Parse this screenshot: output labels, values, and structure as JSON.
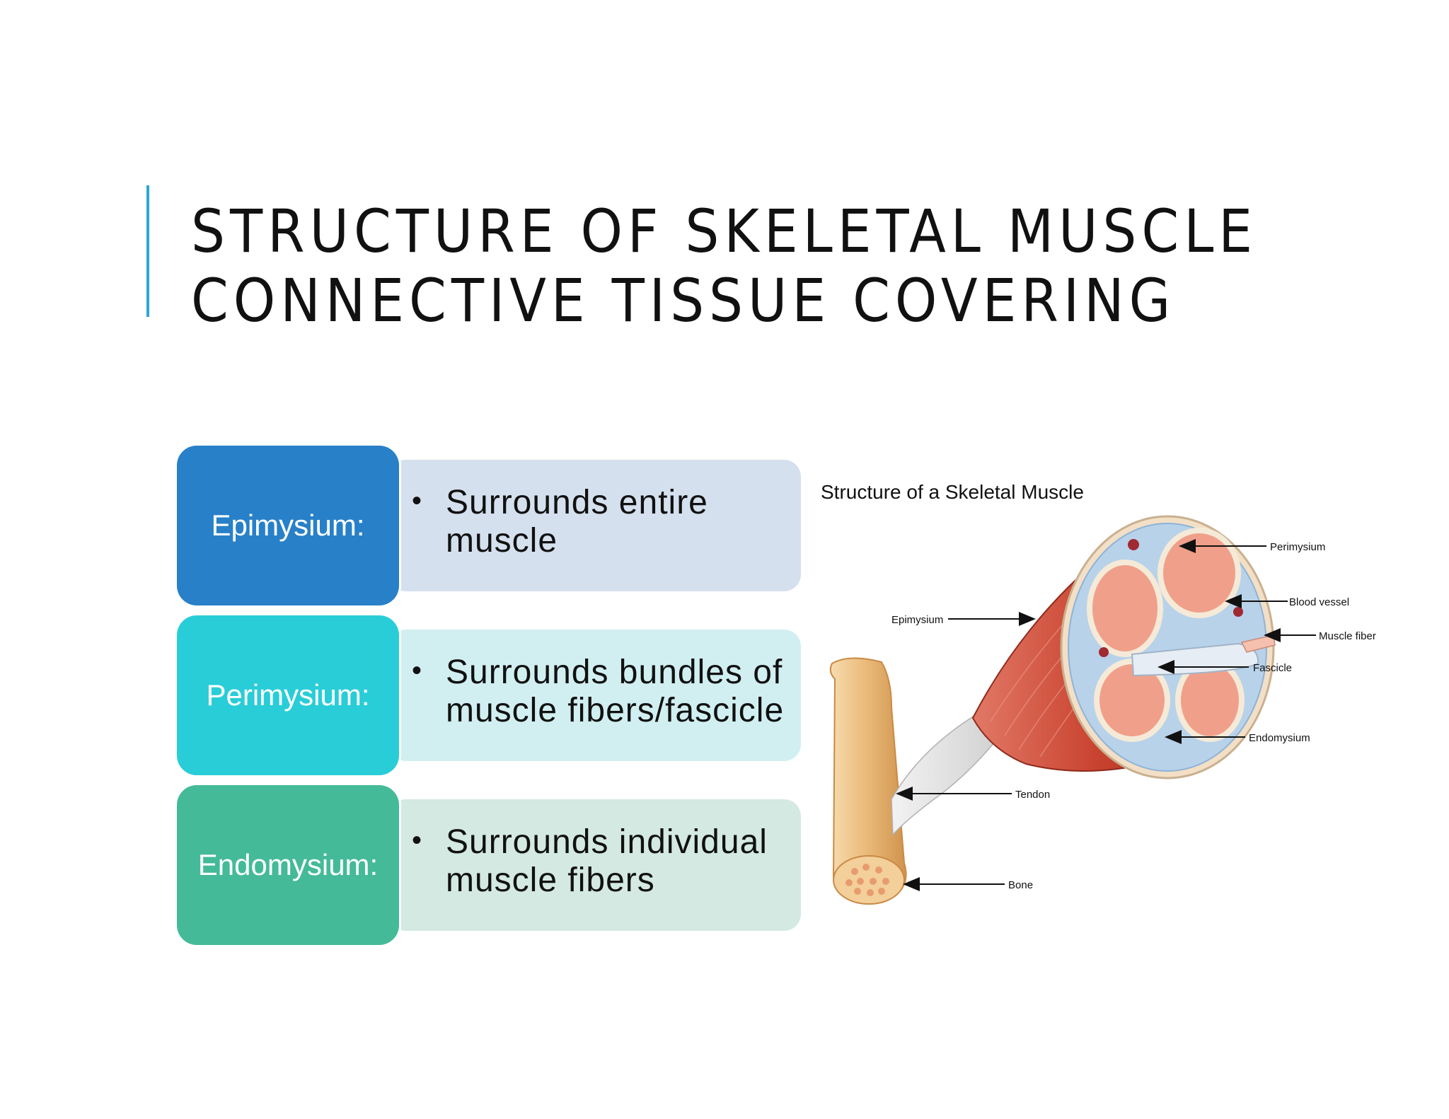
{
  "title": {
    "line1": "STRUCTURE OF SKELETAL MUSCLE",
    "line2": "CONNECTIVE TISSUE COVERING"
  },
  "layers": [
    {
      "term": "Epimysium:",
      "description": "Surrounds entire muscle",
      "color": "#2880c8",
      "bg": "#d5e0ee"
    },
    {
      "term": "Perimysium:",
      "description": "Surrounds bundles of muscle fibers/fascicle",
      "color": "#29cdd8",
      "bg": "#d1eff1"
    },
    {
      "term": "Endomysium:",
      "description": "Surrounds individual muscle fibers",
      "color": "#44ba98",
      "bg": "#d3e9e2"
    }
  ],
  "diagram": {
    "title": "Structure of a Skeletal Muscle",
    "labels": {
      "perimysium": "Perimysium",
      "blood_vessel": "Blood vessel",
      "muscle_fiber": "Muscle fiber",
      "fascicle": "Fascicle",
      "endomysium": "Endomysium",
      "epimysium": "Epimysium",
      "tendon": "Tendon",
      "bone": "Bone"
    }
  },
  "colors": {
    "accent": "#2aa7d6",
    "muscle": "#c8432f",
    "bone": "#e9b877",
    "fascicle": "#f0a08a"
  }
}
